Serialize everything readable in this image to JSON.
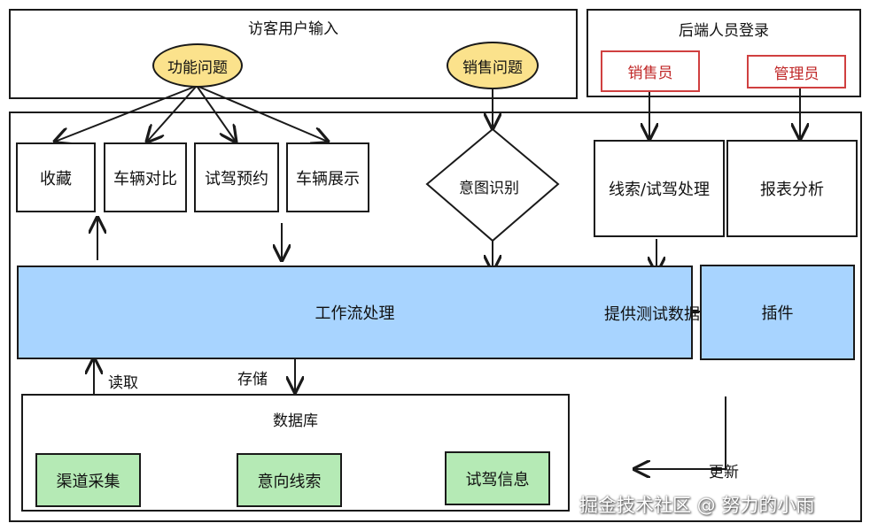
{
  "visitor_panel": {
    "title": "访客用户输入",
    "function_question": "功能问题",
    "sales_question": "销售问题"
  },
  "backend_panel": {
    "title": "后端人员登录",
    "salesperson": "销售员",
    "admin": "管理员"
  },
  "features": {
    "favorites": "收藏",
    "compare": "车辆对比",
    "test_drive_booking": "试驾预约",
    "vehicle_display": "车辆展示"
  },
  "intent_recognition": "意图识别",
  "lead_processing": "线索/试驾处理",
  "report_analysis": "报表分析",
  "workflow": "工作流处理",
  "provide_test_data": "提供测试数据",
  "plugin": "插件",
  "read_label": "读取",
  "store_label": "存储",
  "update_label": "更新",
  "database": {
    "title": "数据库",
    "channel_collection": "渠道采集",
    "intent_leads": "意向线索",
    "test_drive_info": "试驾信息"
  },
  "watermark": "掘金技术社区 @ 努力的小雨",
  "colors": {
    "ellipse_fill": "#fbe28c",
    "workflow_fill": "#a8d4ff",
    "db_item_fill": "#b5eab5",
    "role_border": "#d04040"
  }
}
